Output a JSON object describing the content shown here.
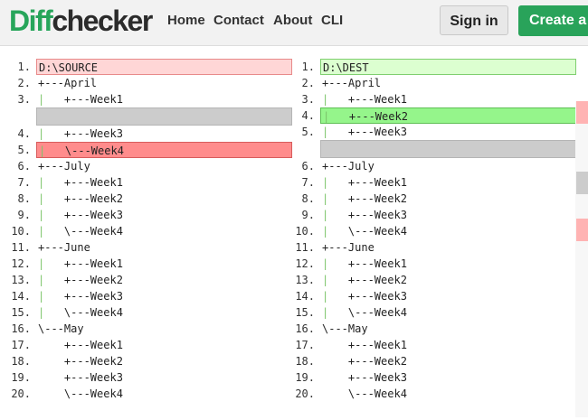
{
  "header": {
    "logo": {
      "part1": "Diff",
      "part2": "checker"
    },
    "nav": [
      {
        "label": "Home"
      },
      {
        "label": "Contact"
      },
      {
        "label": "About"
      },
      {
        "label": "CLI"
      }
    ],
    "signin_label": "Sign in",
    "create_label": "Create a"
  },
  "left": {
    "lines": [
      {
        "num": "1.",
        "text": "D:\\SOURCE",
        "type": "removed"
      },
      {
        "num": "2.",
        "text": "+---April",
        "type": "normal"
      },
      {
        "num": "3.",
        "text": "|   +---Week1",
        "type": "normal"
      },
      {
        "num": "",
        "text": "",
        "type": "blank"
      },
      {
        "num": "4.",
        "text": "|   +---Week3",
        "type": "normal"
      },
      {
        "num": "5.",
        "text": "|   \\---Week4",
        "type": "removed-strong"
      },
      {
        "num": "6.",
        "text": "+---July",
        "type": "normal"
      },
      {
        "num": "7.",
        "text": "|   +---Week1",
        "type": "normal"
      },
      {
        "num": "8.",
        "text": "|   +---Week2",
        "type": "normal"
      },
      {
        "num": "9.",
        "text": "|   +---Week3",
        "type": "normal"
      },
      {
        "num": "10.",
        "text": "|   \\---Week4",
        "type": "normal"
      },
      {
        "num": "11.",
        "text": "+---June",
        "type": "normal"
      },
      {
        "num": "12.",
        "text": "|   +---Week1",
        "type": "normal"
      },
      {
        "num": "13.",
        "text": "|   +---Week2",
        "type": "normal"
      },
      {
        "num": "14.",
        "text": "|   +---Week3",
        "type": "normal"
      },
      {
        "num": "15.",
        "text": "|   \\---Week4",
        "type": "normal"
      },
      {
        "num": "16.",
        "text": "\\---May",
        "type": "normal"
      },
      {
        "num": "17.",
        "text": "    +---Week1",
        "type": "normal"
      },
      {
        "num": "18.",
        "text": "    +---Week2",
        "type": "normal"
      },
      {
        "num": "19.",
        "text": "    +---Week3",
        "type": "normal"
      },
      {
        "num": "20.",
        "text": "    \\---Week4",
        "type": "normal"
      }
    ]
  },
  "right": {
    "lines": [
      {
        "num": "1.",
        "text": "D:\\DEST",
        "type": "added"
      },
      {
        "num": "2.",
        "text": "+---April",
        "type": "normal"
      },
      {
        "num": "3.",
        "text": "|   +---Week1",
        "type": "normal"
      },
      {
        "num": "4.",
        "text": "|   +---Week2",
        "type": "added-strong"
      },
      {
        "num": "5.",
        "text": "|   +---Week3",
        "type": "normal"
      },
      {
        "num": "",
        "text": "",
        "type": "blank"
      },
      {
        "num": "6.",
        "text": "+---July",
        "type": "normal"
      },
      {
        "num": "7.",
        "text": "|   +---Week1",
        "type": "normal"
      },
      {
        "num": "8.",
        "text": "|   +---Week2",
        "type": "normal"
      },
      {
        "num": "9.",
        "text": "|   +---Week3",
        "type": "normal"
      },
      {
        "num": "10.",
        "text": "|   \\---Week4",
        "type": "normal"
      },
      {
        "num": "11.",
        "text": "+---June",
        "type": "normal"
      },
      {
        "num": "12.",
        "text": "|   +---Week1",
        "type": "normal"
      },
      {
        "num": "13.",
        "text": "|   +---Week2",
        "type": "normal"
      },
      {
        "num": "14.",
        "text": "|   +---Week3",
        "type": "normal"
      },
      {
        "num": "15.",
        "text": "|   \\---Week4",
        "type": "normal"
      },
      {
        "num": "16.",
        "text": "\\---May",
        "type": "normal"
      },
      {
        "num": "17.",
        "text": "    +---Week1",
        "type": "normal"
      },
      {
        "num": "18.",
        "text": "    +---Week2",
        "type": "normal"
      },
      {
        "num": "19.",
        "text": "    +---Week3",
        "type": "normal"
      },
      {
        "num": "20.",
        "text": "    \\---Week4",
        "type": "normal"
      }
    ]
  },
  "colors": {
    "brand_green": "#29a35a",
    "removed_bg": "#ffd6d6",
    "removed_strong_bg": "#ff8c8c",
    "added_bg": "#dcffd0",
    "added_strong_bg": "#95f58b",
    "blank_bg": "#cccccc"
  }
}
